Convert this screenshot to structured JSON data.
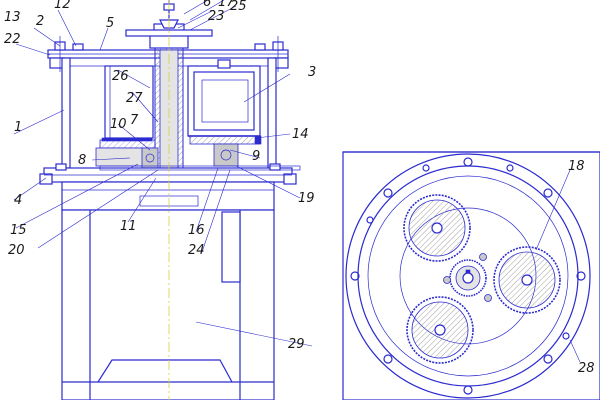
{
  "callouts": {
    "c1": "1",
    "c2": "2",
    "c3": "3",
    "c4": "4",
    "c5": "5",
    "c7": "7",
    "c8": "8",
    "c9": "9",
    "c10": "10",
    "c11": "11",
    "c12": "12",
    "c13": "13",
    "c14": "14",
    "c15": "15",
    "c16": "16",
    "c17": "17",
    "c18": "18",
    "c19": "19",
    "c20": "20",
    "c22": "22",
    "c23": "23",
    "c24": "24",
    "c25": "25",
    "c26": "26",
    "c27": "27",
    "c28": "28",
    "c29": "29",
    "c6": "6"
  },
  "colors": {
    "line": "#2b2bd0",
    "axis": "#d6d040",
    "section_fill": "#c9c9c9",
    "background": "#ffffff"
  }
}
